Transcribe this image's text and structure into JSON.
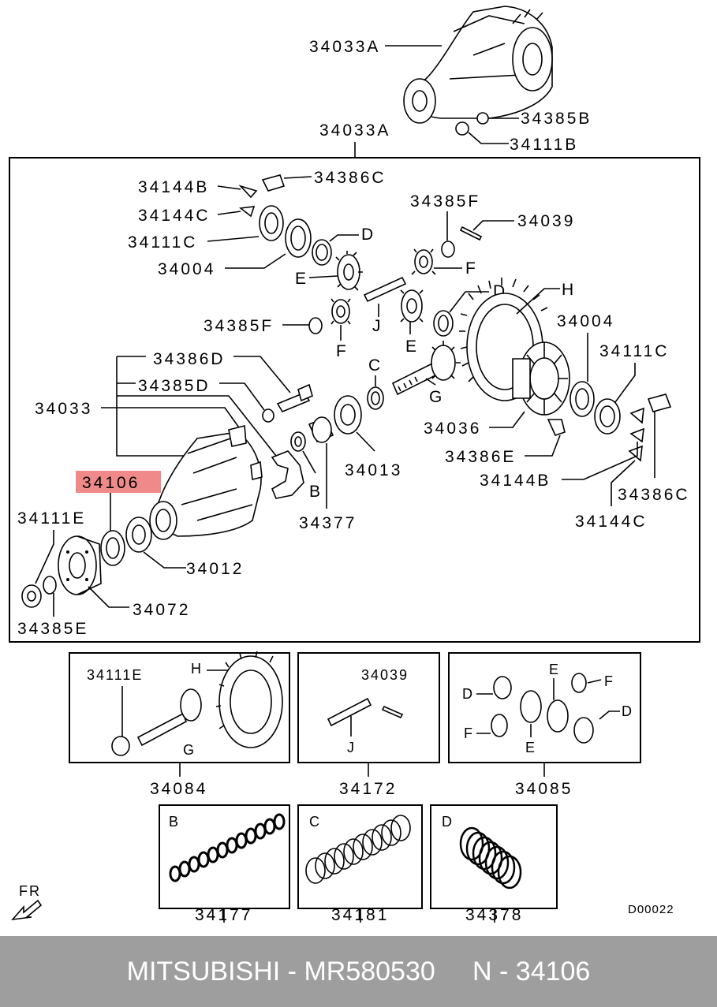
{
  "callouts": {
    "top_housing": "34033A",
    "top_nut_washer": "34385B",
    "top_nut": "34111B",
    "main_box_title": "34033A",
    "bolt_b": "34144B",
    "bolt_c": "34386C",
    "bolt_c2": "34144C",
    "nut_c": "34111C",
    "bearing": "34004",
    "washer_f": "34385F",
    "pin": "34039",
    "washer_f2": "34385F",
    "bearing_r": "34004",
    "nut_c_r": "34111C",
    "bolt_d": "34386D",
    "washer_d": "34385D",
    "carrier": "34033",
    "ring_gear": "34036",
    "bolt_e": "34386E",
    "bolt_b_r": "34144B",
    "bolt_c_r": "34386C",
    "bolt_c2_r": "34144C",
    "bearing_outer": "34013",
    "spacer": "34377",
    "highlight": "34106",
    "nut_e": "34111E",
    "flange": "34072",
    "washer_e": "34385E",
    "bearing_inner": "34012",
    "letter_d1": "D",
    "letter_e1": "E",
    "letter_f1": "F",
    "letter_d2": "D",
    "letter_h": "H",
    "letter_j": "J",
    "letter_e2": "E",
    "letter_f2": "F",
    "letter_c": "C",
    "letter_g": "G",
    "letter_b": "B"
  },
  "kits": [
    {
      "number": "34084",
      "items": [
        "34111E",
        "H",
        "G"
      ]
    },
    {
      "number": "34172",
      "items": [
        "34039",
        "J"
      ]
    },
    {
      "number": "34085",
      "items": [
        "E",
        "F",
        "D",
        "D",
        "F",
        "E"
      ]
    }
  ],
  "shims": [
    {
      "number": "34177",
      "letter": "B"
    },
    {
      "number": "34181",
      "letter": "C"
    },
    {
      "number": "34378",
      "letter": "D"
    }
  ],
  "front_marker": "FR",
  "diagram_code": "D00022",
  "colors": {
    "highlight": "#f08a8a",
    "footer_bg": "#9e9e9e",
    "footer_text": "#ffffff"
  },
  "footer": {
    "brand": "MITSUBISHI",
    "sep1": " - ",
    "part": "MR580530",
    "gap": "     ",
    "ref": "N - 34106"
  }
}
